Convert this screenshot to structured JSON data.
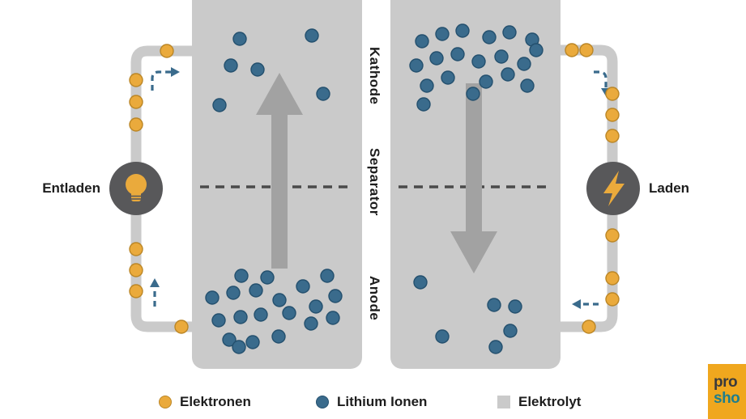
{
  "labels": {
    "entladen": "Entladen",
    "laden": "Laden",
    "kathode": "Kathode",
    "separator": "Separator",
    "anode": "Anode"
  },
  "legend": {
    "electrons": "Elektronen",
    "lithium_ions": "Lithium Ionen",
    "electrolyte": "Elektrolyt"
  },
  "logo": {
    "line1": "pro",
    "line2": "sho"
  },
  "colors": {
    "background": "#ffffff",
    "electrolyte": "#cacaca",
    "ion": "#3a6b8c",
    "ion_stroke": "#24506e",
    "electron": "#eaaa3c",
    "electron_stroke": "#bb8626",
    "arrow": "#a2a2a2",
    "separator_line": "#4a4a4a",
    "icon_bg": "#58585a",
    "flow_arrow": "#3a6b8c",
    "text": "#1d1d1d",
    "logo_bg": "#f0a71e",
    "logo_pro": "#3a3a3c",
    "logo_sho": "#1f7e8c"
  },
  "dots": {
    "left_top_ions": [
      [
        296,
        48
      ],
      [
        385,
        44
      ],
      [
        285,
        81
      ],
      [
        318,
        86
      ],
      [
        271,
        130
      ],
      [
        399,
        116
      ]
    ],
    "left_bottom_ions": [
      [
        298,
        341
      ],
      [
        330,
        343
      ],
      [
        262,
        368
      ],
      [
        288,
        362
      ],
      [
        316,
        359
      ],
      [
        345,
        371
      ],
      [
        374,
        354
      ],
      [
        404,
        341
      ],
      [
        414,
        366
      ],
      [
        390,
        379
      ],
      [
        270,
        396
      ],
      [
        297,
        392
      ],
      [
        322,
        389
      ],
      [
        357,
        387
      ],
      [
        384,
        400
      ],
      [
        411,
        393
      ],
      [
        283,
        420
      ],
      [
        312,
        423
      ],
      [
        344,
        416
      ],
      [
        295,
        429
      ]
    ],
    "right_top_ions": [
      [
        521,
        51
      ],
      [
        546,
        42
      ],
      [
        571,
        38
      ],
      [
        604,
        46
      ],
      [
        629,
        40
      ],
      [
        657,
        49
      ],
      [
        514,
        81
      ],
      [
        539,
        72
      ],
      [
        565,
        67
      ],
      [
        591,
        76
      ],
      [
        619,
        70
      ],
      [
        647,
        79
      ],
      [
        662,
        62
      ],
      [
        527,
        106
      ],
      [
        553,
        96
      ],
      [
        600,
        101
      ],
      [
        627,
        92
      ],
      [
        651,
        106
      ],
      [
        523,
        129
      ],
      [
        584,
        116
      ]
    ],
    "right_bottom_ions": [
      [
        519,
        349
      ],
      [
        610,
        377
      ],
      [
        636,
        379
      ],
      [
        546,
        416
      ],
      [
        630,
        409
      ],
      [
        612,
        429
      ]
    ],
    "left_electrons": [
      [
        206,
        63
      ],
      [
        168,
        99
      ],
      [
        168,
        126
      ],
      [
        168,
        154
      ],
      [
        168,
        308
      ],
      [
        168,
        334
      ],
      [
        168,
        360
      ],
      [
        224,
        404
      ]
    ],
    "right_electrons": [
      [
        706,
        62
      ],
      [
        724,
        62
      ],
      [
        756,
        116
      ],
      [
        756,
        142
      ],
      [
        756,
        168
      ],
      [
        756,
        291
      ],
      [
        756,
        344
      ],
      [
        756,
        370
      ],
      [
        727,
        404
      ]
    ]
  }
}
